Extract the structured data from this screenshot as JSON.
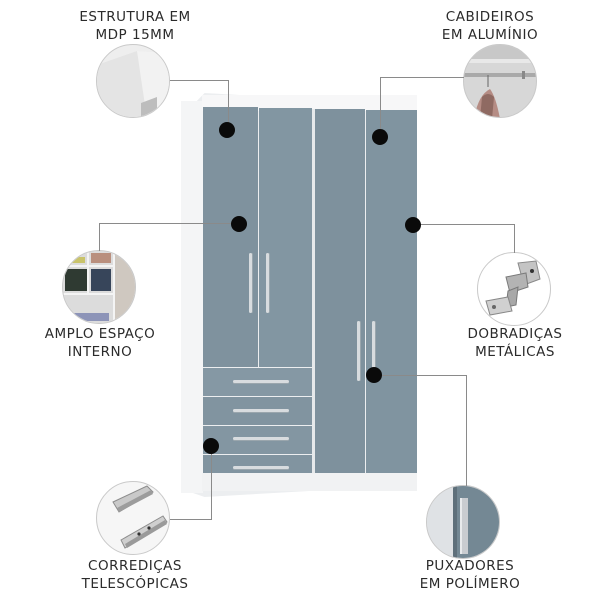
{
  "features": [
    {
      "id": "estrutura",
      "line1": "ESTRUTURA EM",
      "line2": "MDP 15MM",
      "image": "white-panel-corner"
    },
    {
      "id": "cabideiros",
      "line1": "CABIDEIROS",
      "line2": "EM ALUMÍNIO",
      "image": "aluminium-hanging-rail"
    },
    {
      "id": "espaco",
      "line1": "AMPLO ESPAÇO",
      "line2": "INTERNO",
      "image": "interior-shelves-clothes"
    },
    {
      "id": "dobradicas",
      "line1": "DOBRADIÇAS",
      "line2": "METÁLICAS",
      "image": "metal-hinge"
    },
    {
      "id": "corredicas",
      "line1": "CORREDIÇAS",
      "line2": "TELESCÓPICAS",
      "image": "telescopic-slides"
    },
    {
      "id": "puxadores",
      "line1": "PUXADORES",
      "line2": "EM POLÍMERO",
      "image": "polymer-handle"
    }
  ],
  "product": {
    "type": "wardrobe",
    "doors": 4,
    "drawers": 4,
    "colors": {
      "body": "#eceef0",
      "door": "#7f929e",
      "handle": "#d8dcdf"
    }
  }
}
